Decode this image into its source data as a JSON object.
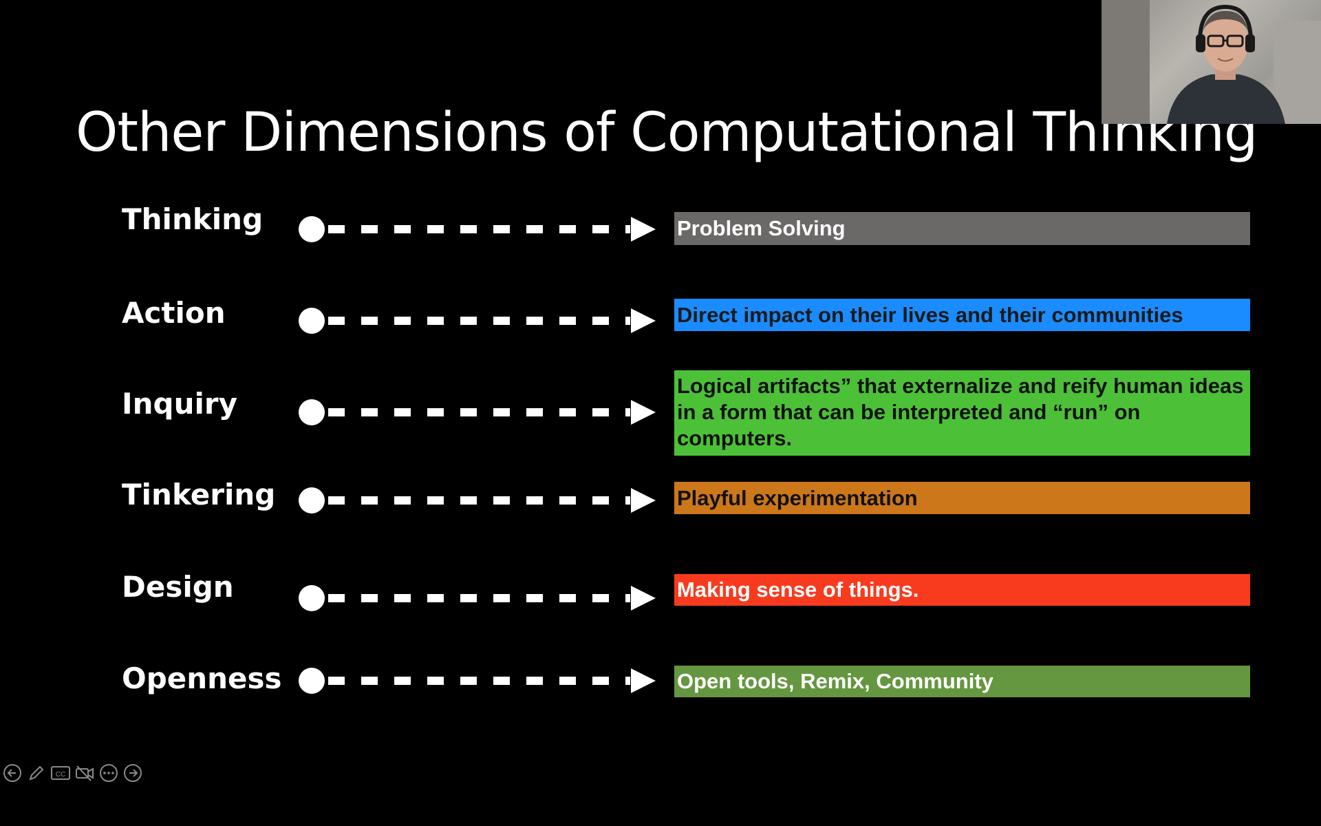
{
  "slide": {
    "title": "Other Dimensions of Computational Thinking",
    "rows": [
      {
        "label": "Thinking",
        "description": "Problem Solving",
        "box_color": "#6b6868",
        "text_color": "#ffffff"
      },
      {
        "label": "Action",
        "description": "Direct impact on their lives and their communities",
        "box_color": "#1a8cff",
        "text_color": "#1a1a1a"
      },
      {
        "label": "Inquiry",
        "description": "Logical artifacts” that externalize and reify human ideas in a form that can be interpreted and “run” on computers.",
        "box_color": "#4cc137",
        "text_color": "#111111"
      },
      {
        "label": "Tinkering",
        "description": "Playful experimentation",
        "box_color": "#cc771a",
        "text_color": "#111111"
      },
      {
        "label": "Design",
        "description": "Making sense of things.",
        "box_color": "#f83b1e",
        "text_color": "#ffffff"
      },
      {
        "label": "Openness",
        "description": "Open tools, Remix, Community",
        "box_color": "#64973f",
        "text_color": "#ffffff"
      }
    ]
  },
  "connector_color": "#ffffff",
  "webcam": {
    "icon": "presenter-video-feed"
  },
  "toolbar": {
    "buttons": [
      {
        "icon": "previous-slide-icon"
      },
      {
        "icon": "pen-icon"
      },
      {
        "icon": "closed-captions-icon"
      },
      {
        "icon": "camera-off-icon"
      },
      {
        "icon": "more-options-icon"
      },
      {
        "icon": "next-slide-icon"
      }
    ],
    "color": "#8a8a8a"
  }
}
